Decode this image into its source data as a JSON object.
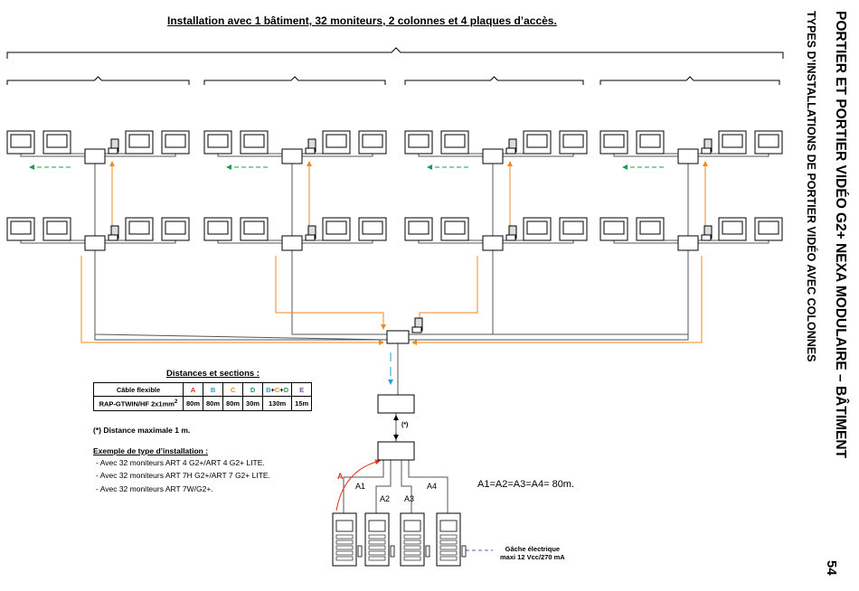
{
  "title": "Installation avec 1 bâtiment, 32 moniteurs, 2 colonnes et 4 plaques d’accès.",
  "side_title": "PORTIER ET PORTIER VIDÉO G2+ NEXA MODULAIRE – BÂTIMENT",
  "side_subtitle": "TYPES D’INSTALLATIONS DE PORTIER VIDÉO AVEC COLONNES",
  "page_number": "54",
  "distances": {
    "title": "Distances et sections :",
    "header_cable": "Câble flexible",
    "headers": [
      "A",
      "B",
      "C",
      "D",
      "B+C+D",
      "E"
    ],
    "cable": "RAP-GTWIN/HF 2x1mm",
    "cable_sup": "2",
    "values": [
      "80m",
      "80m",
      "80m",
      "30m",
      "130m",
      "15m"
    ]
  },
  "max_distance": "(*) Distance maximale 1 m.",
  "example": {
    "title": "Exemple de type d’installation :",
    "items": [
      "- Avec 32 moniteurs ART 4 G2+/ART 4 G2+ LITE.",
      "- Avec 32 moniteurs ART 7H G2+/ART 7 G2+ LITE.",
      "- Avec 32 moniteurs ART 7W/G2+."
    ]
  },
  "equation": "A1=A2=A3=A4= 80m.",
  "gache": [
    "Gâche électrique",
    "maxi 12 Vcc/270 mA"
  ],
  "line_labels": {
    "a": "A",
    "a1": "A1",
    "a2": "A2",
    "a3": "A3",
    "a4": "A4",
    "star": "(*)"
  },
  "colors": {
    "a": "#e03020",
    "b": "#2a9bd8",
    "c": "#f08a1e",
    "d": "#1f9a55",
    "e": "#6b4fb8",
    "wire": "#555555"
  }
}
